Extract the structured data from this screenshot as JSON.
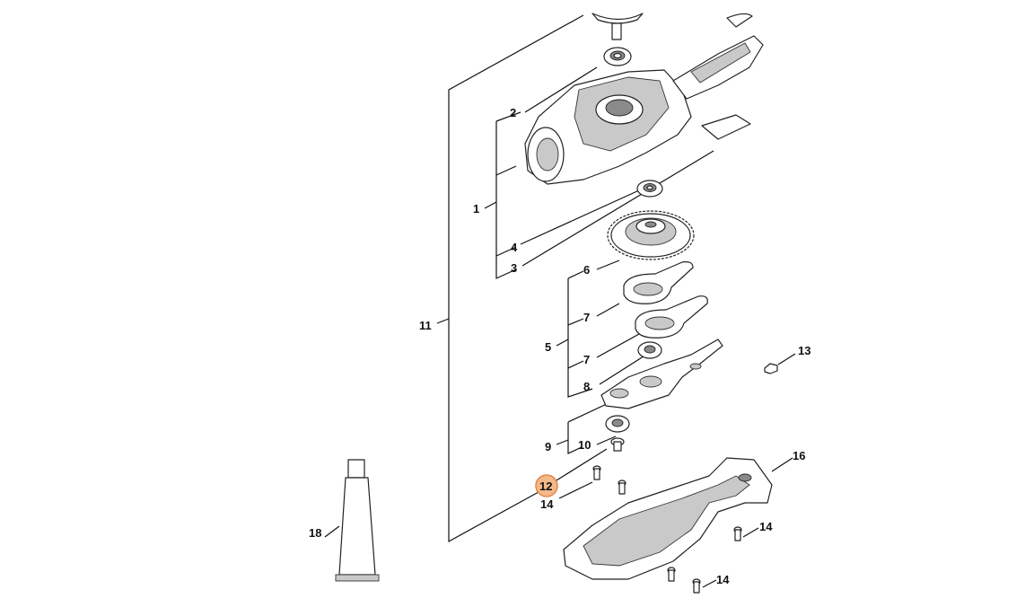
{
  "callouts": {
    "c1": "1",
    "c2": "2",
    "c3": "3",
    "c4": "4",
    "c5": "5",
    "c6": "6",
    "c7a": "7",
    "c7b": "7",
    "c8": "8",
    "c9": "9",
    "c10": "10",
    "c11": "11",
    "c12": "12",
    "c13": "13",
    "c14a": "14",
    "c14b": "14",
    "c14c": "14",
    "c16": "16",
    "c18": "18"
  },
  "highlight": {
    "color": "#f3b98a",
    "border": "#e2864a",
    "part": "12"
  }
}
